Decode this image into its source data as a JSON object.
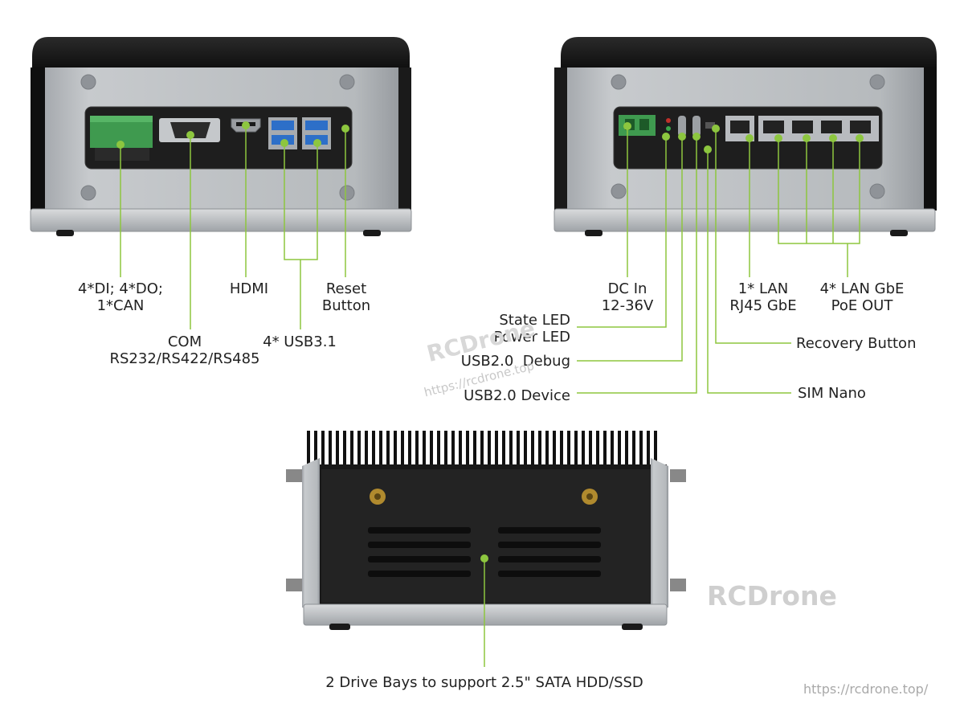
{
  "labels": {
    "di_do_can": [
      "4*DI; 4*DO;",
      "1*CAN"
    ],
    "hdmi": "HDMI",
    "reset": [
      "Reset",
      "Button"
    ],
    "com": [
      "COM",
      "RS232/RS422/RS485"
    ],
    "usb31": "4* USB3.1",
    "dc_in": [
      "DC In",
      "12-36V"
    ],
    "lan1": [
      "1* LAN",
      "RJ45 GbE"
    ],
    "lan4": [
      "4* LAN GbE",
      "PoE OUT"
    ],
    "state_led": [
      "State LED",
      "Power LED"
    ],
    "recovery": "Recovery Button",
    "usb_debug": "USB2.0  Debug",
    "sim": "SIM Nano",
    "usb_device": "USB2.0 Device",
    "drive_bays": "2 Drive Bays to support 2.5\" SATA HDD/SSD"
  },
  "watermarks": {
    "diag_brand": "RCDrone",
    "diag_url": "https://rcdrone.top",
    "brand": "RCDrone",
    "url": "https://rcdrone.top/"
  },
  "colors": {
    "callout": "#8dc63f",
    "chassis": "#a9adb1",
    "top": "#161616",
    "panel": "#202020"
  },
  "icons": [
    "terminal-block-icon",
    "db9-port-icon",
    "hdmi-port-icon",
    "usb-port-icon",
    "rj45-port-icon",
    "usb-c-port-icon",
    "dc-jack-icon",
    "heatsink-fins-icon",
    "antenna-connector-icon"
  ]
}
